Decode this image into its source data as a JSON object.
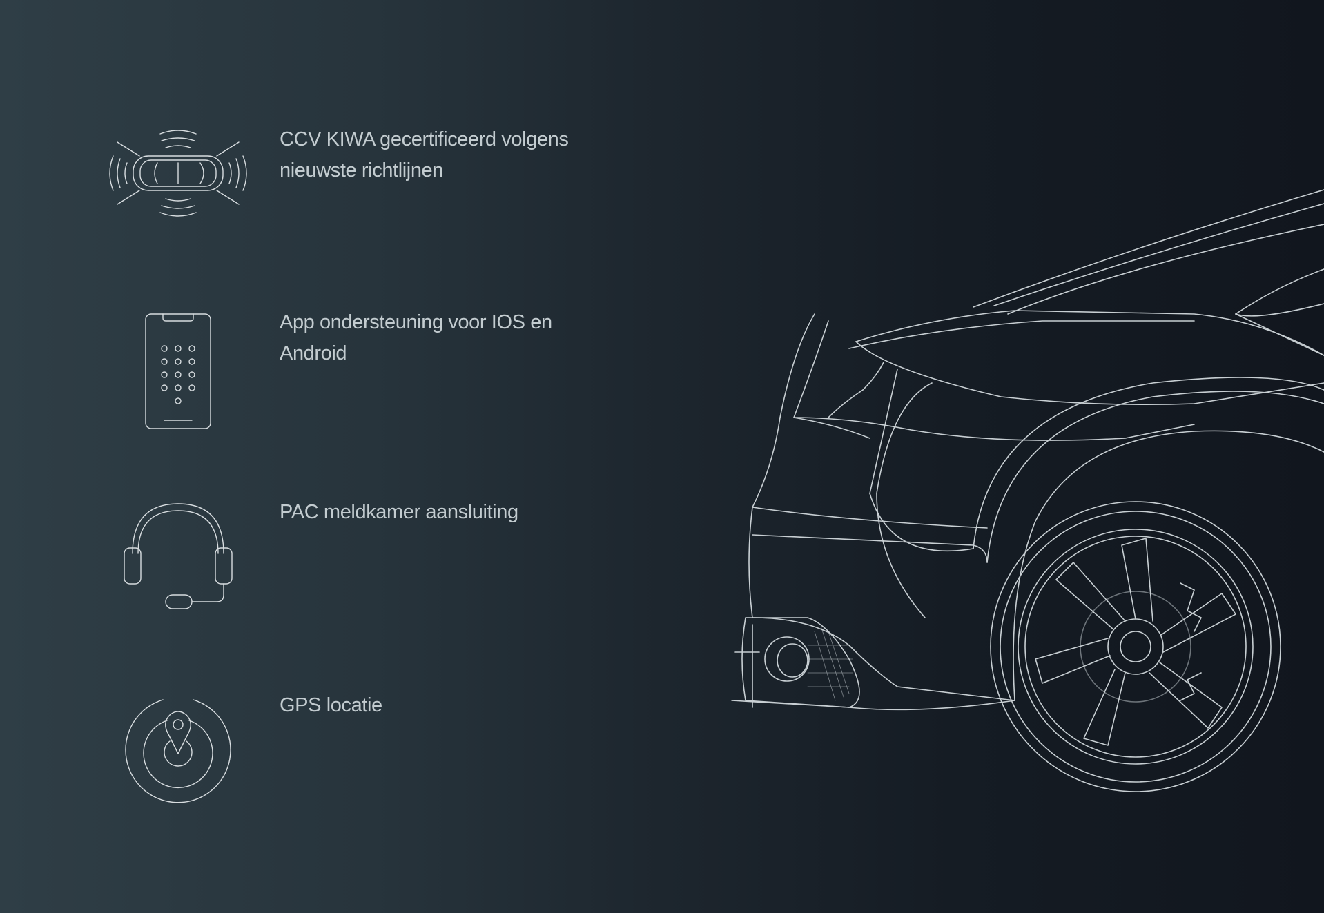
{
  "features": [
    {
      "icon": "car-sensors-icon",
      "label": "CCV KIWA gecertificeerd volgens nieuwste richtlijnen"
    },
    {
      "icon": "smartphone-keypad-icon",
      "label": "App ondersteuning voor IOS en Android"
    },
    {
      "icon": "headset-icon",
      "label": "PAC meldkamer aansluiting"
    },
    {
      "icon": "gps-location-icon",
      "label": "GPS locatie"
    }
  ],
  "colors": {
    "background_left": "#2f3e46",
    "background_right": "#11161e",
    "line_art": "#c8cfd3",
    "text": "#c3ccd0"
  }
}
